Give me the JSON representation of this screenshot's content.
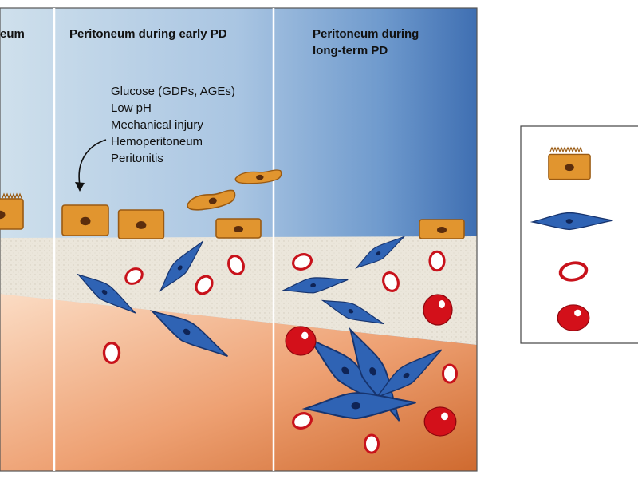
{
  "panels": [
    {
      "title_lines": [
        "eum"
      ]
    },
    {
      "title_lines": [
        "Peritoneum during early PD"
      ]
    },
    {
      "title_lines": [
        "Peritoneum during",
        "long-term PD"
      ]
    }
  ],
  "injury_factors": [
    "Glucose (GDPs, AGEs)",
    "Low pH",
    "Mechanical injury",
    "Hemoperitoneum",
    "Peritonitis"
  ],
  "legend": {
    "items": [
      {
        "icon": "mesothelial-cell-icon"
      },
      {
        "icon": "fibroblast-icon"
      },
      {
        "icon": "red-blood-cell-outline-icon"
      },
      {
        "icon": "red-blood-cell-filled-icon"
      }
    ]
  },
  "colors": {
    "mesothelial_cell": "#e1952f",
    "fibroblast": "#2f63b4",
    "red_blood_cell": "#d3101a",
    "submesothelium": "#e9e3d6",
    "interstitium": "#e08650",
    "background_dark": "#4b79b7"
  }
}
